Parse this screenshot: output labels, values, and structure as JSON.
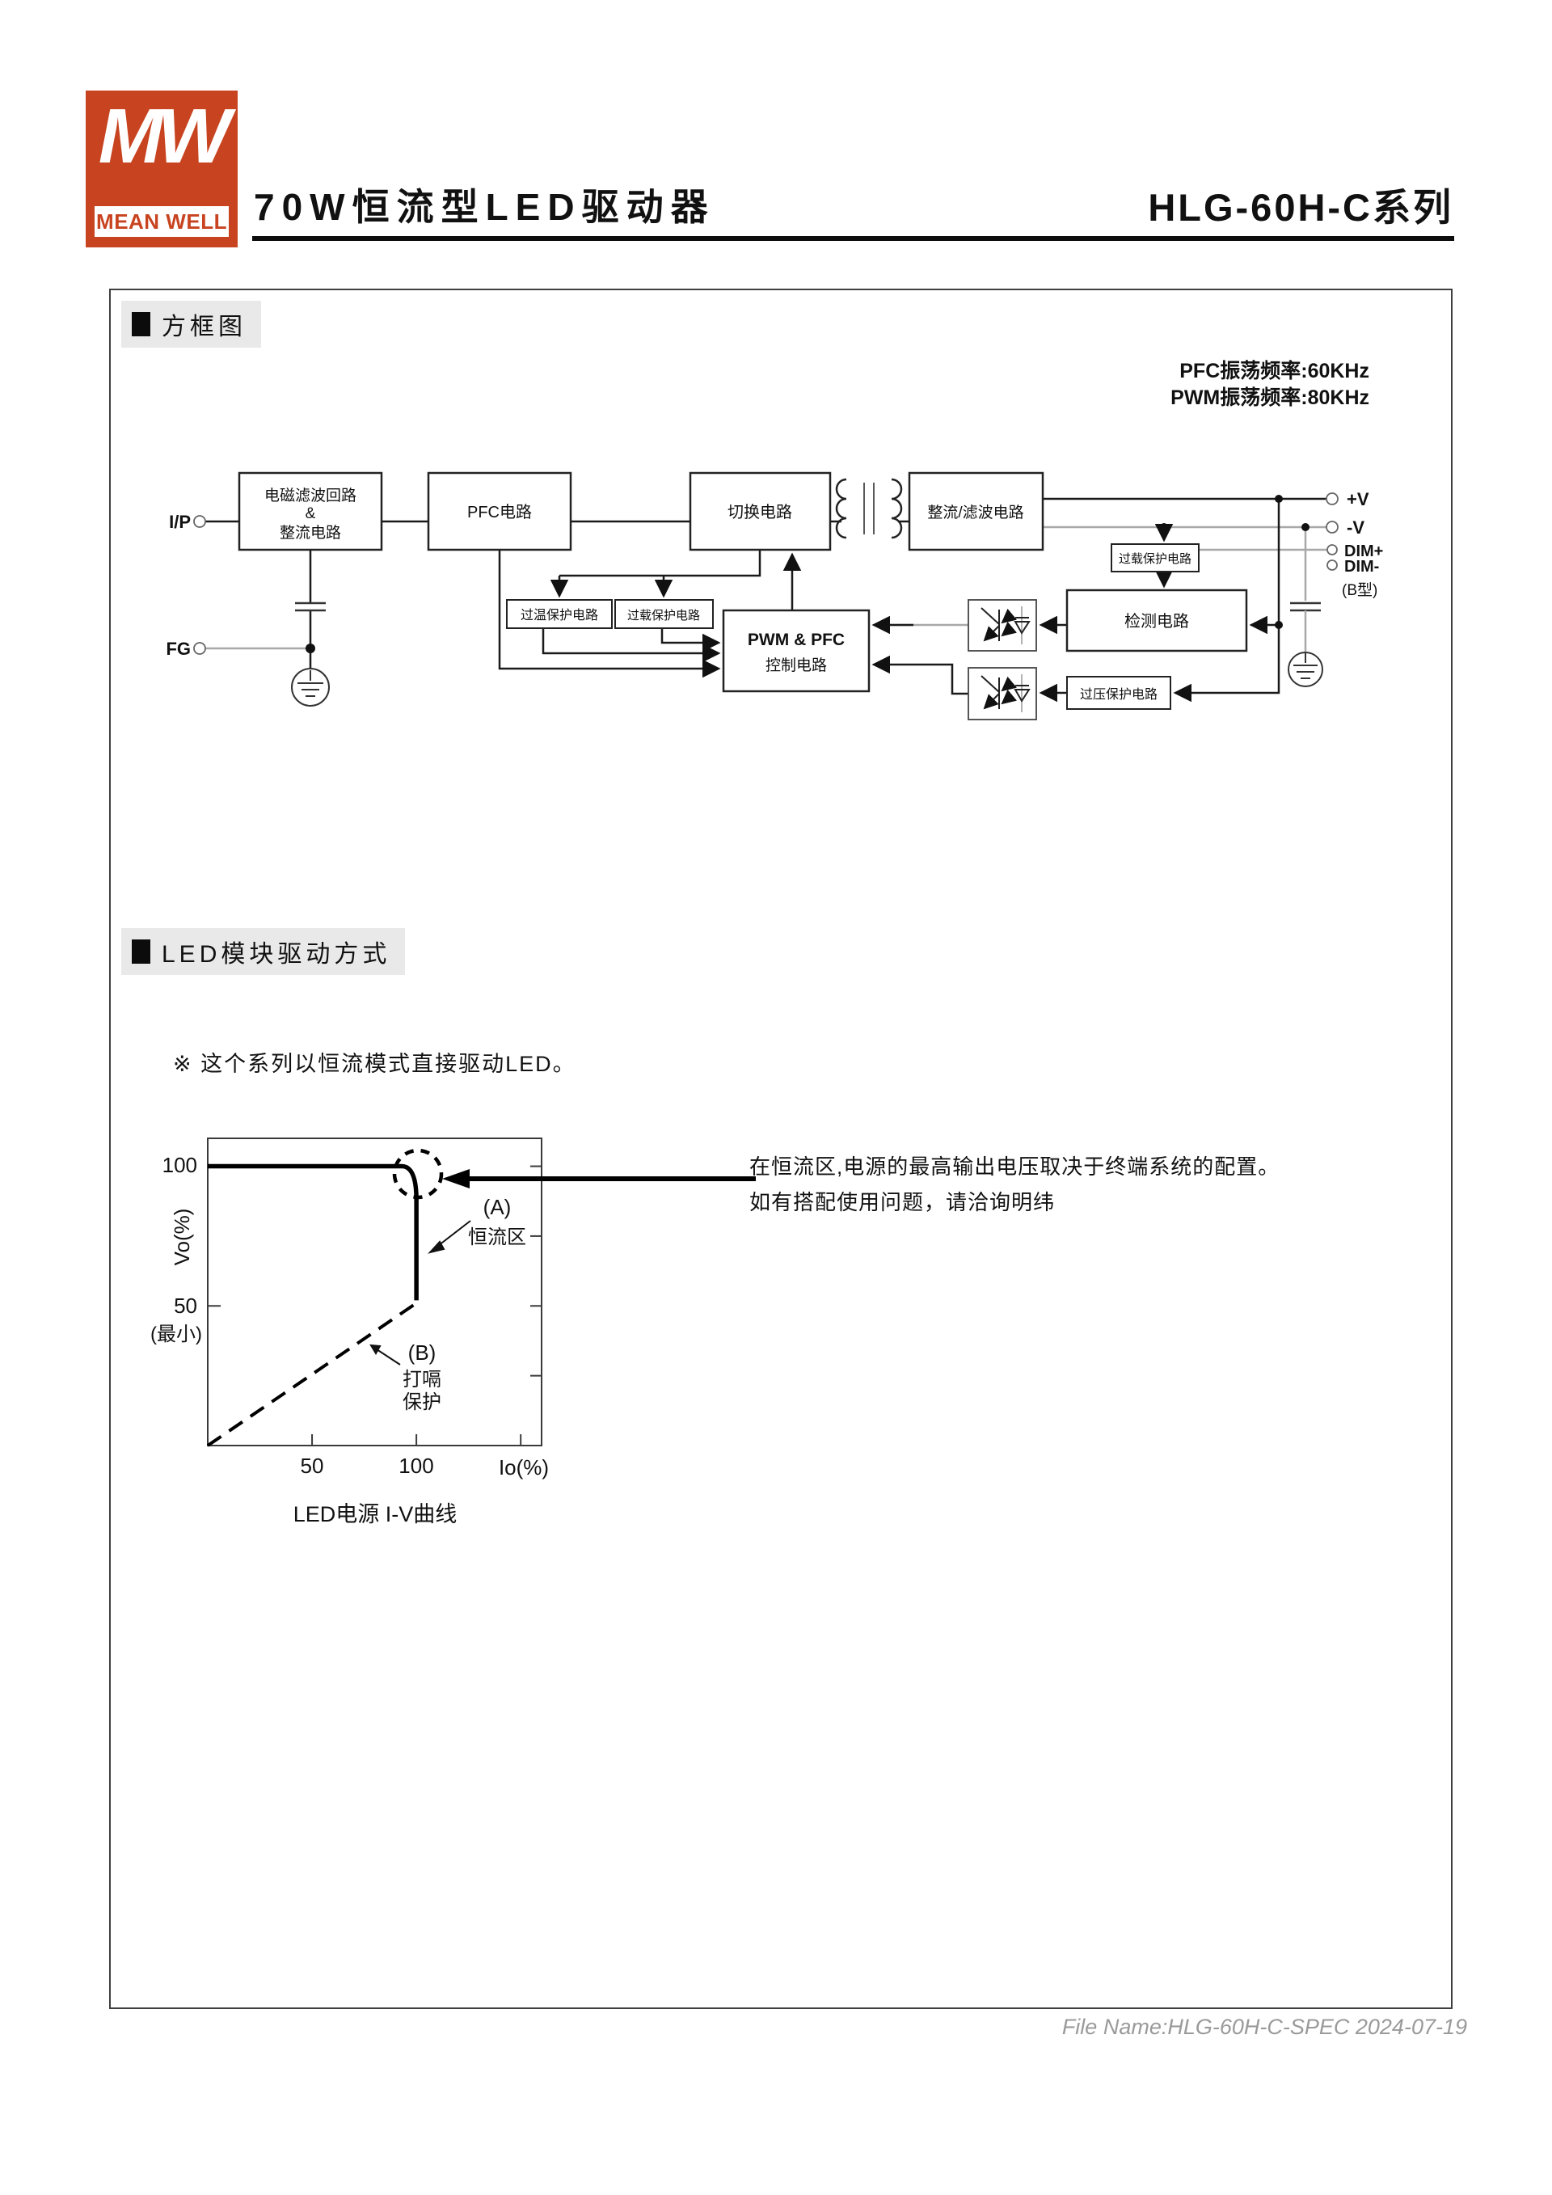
{
  "colors": {
    "brand_red": "#c8431f",
    "section_bg": "#e9e9e9",
    "line_gray": "#a8a8a8",
    "footer_gray": "#9a9a9a"
  },
  "header": {
    "logo_mw": "MW",
    "logo_brand": "MEAN WELL",
    "title": "70W恒流型LED驱动器",
    "series": "HLG-60H-C系列"
  },
  "block_diagram_section": {
    "title": "方框图",
    "pfc_freq": "PFC振荡频率:60KHz",
    "pwm_freq": "PWM振荡频率:80KHz",
    "terminals": {
      "ip": "I/P",
      "fg": "FG",
      "v_plus": "+V",
      "v_minus": "-V",
      "dim_plus": "DIM+",
      "dim_minus": "DIM-",
      "b_type": "(B型)"
    },
    "blocks": {
      "emi_l1": "电磁滤波回路",
      "emi_l2": "&",
      "emi_l3": "整流电路",
      "pfc": "PFC电路",
      "switching": "切换电路",
      "rectifier": "整流/滤波电路",
      "olp_top": "过载保护电路",
      "otp": "过温保护电路",
      "olp": "过载保护电路",
      "pwm_l1": "PWM & PFC",
      "pwm_l2": "控制电路",
      "detection": "检测电路",
      "ovp": "过压保护电路"
    }
  },
  "led_section": {
    "title": "LED模块驱动方式",
    "note": "※ 这个系列以恒流模式直接驱动LED。",
    "desc_l1": "在恒流区,电源的最高输出电压取决于终端系统的配置。",
    "desc_l2": "如有搭配使用问题，请洽询明纬",
    "caption": "LED电源 I-V曲线"
  },
  "chart_data": {
    "type": "line",
    "title": "LED电源 I-V曲线",
    "xlabel": "Io(%)",
    "ylabel": "Vo(%)",
    "xlim": [
      0,
      160
    ],
    "ylim": [
      0,
      110
    ],
    "x_ticks": [
      50,
      100,
      150
    ],
    "y_ticks": [
      50,
      100
    ],
    "y_ticks_right": [
      25,
      50,
      75,
      100
    ],
    "grid": false,
    "legend_position": "none",
    "series": [
      {
        "name": "(A) 恒流区",
        "style": "solid",
        "points": [
          [
            0,
            100
          ],
          [
            93,
            100
          ],
          [
            100,
            88
          ],
          [
            100,
            52
          ]
        ]
      },
      {
        "name": "(B) 打嗝保护",
        "style": "dashed",
        "points": [
          [
            0,
            0
          ],
          [
            100,
            51
          ]
        ]
      }
    ],
    "labels": {
      "y100": "100",
      "y50": "50",
      "y_min": "(最小)",
      "x50": "50",
      "x100": "100",
      "a": "(A)",
      "a_text": "恒流区",
      "b": "(B)",
      "b_text1": "打嗝",
      "b_text2": "保护"
    }
  },
  "footer": {
    "file_info": "File Name:HLG-60H-C-SPEC  2024-07-19"
  }
}
